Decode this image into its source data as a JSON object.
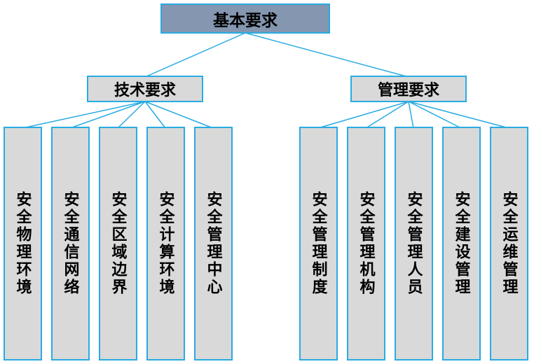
{
  "diagram": {
    "title": "基本要求",
    "root": {
      "label": "基本要求"
    },
    "branches": [
      {
        "label": "技术要求",
        "children": [
          "安全物理环境",
          "安全通信网络",
          "安全区域边界",
          "安全计算环境",
          "安全管理中心"
        ]
      },
      {
        "label": "管理要求",
        "children": [
          "安全管理制度",
          "安全管理机构",
          "安全管理人员",
          "安全建设管理",
          "安全运维管理"
        ]
      }
    ],
    "colors": {
      "root_fill": "#8496B0",
      "node_fill": "#D9D9D9",
      "border": "#29ABE2",
      "line": "#29ABE2",
      "text": "#000000",
      "bg": "#FFFFFF"
    }
  }
}
